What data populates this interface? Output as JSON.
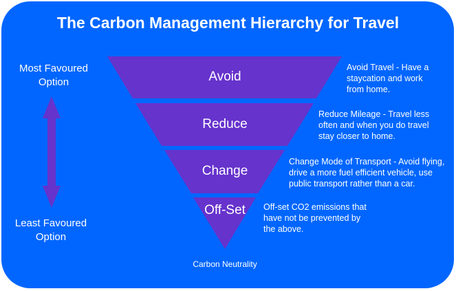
{
  "title": "The Carbon Management Hierarchy for Travel",
  "most_favoured": "Most Favoured\nOption",
  "least_favoured": "Least Favoured\nOption",
  "levels": [
    {
      "label": "Avoid",
      "description": "Avoid Travel - Have a\nstaycation and work\nfrom home."
    },
    {
      "label": "Reduce",
      "description": "Reduce Mileage - Travel less\noften and when you do travel\nstay closer to home."
    },
    {
      "label": "Change",
      "description": "Change Mode of Transport - Avoid flying,\ndrive a more fuel efficient vehicle, use\npublic transport rather than a car."
    },
    {
      "label": "Off-Set",
      "description": "Off-set CO2 emissions that\nhave not be prevented by\nthe above."
    }
  ],
  "bottom_label": "Carbon Neutrality",
  "colors": {
    "background": "#0066ff",
    "band": "#6633cc",
    "text": "#ffffff"
  }
}
